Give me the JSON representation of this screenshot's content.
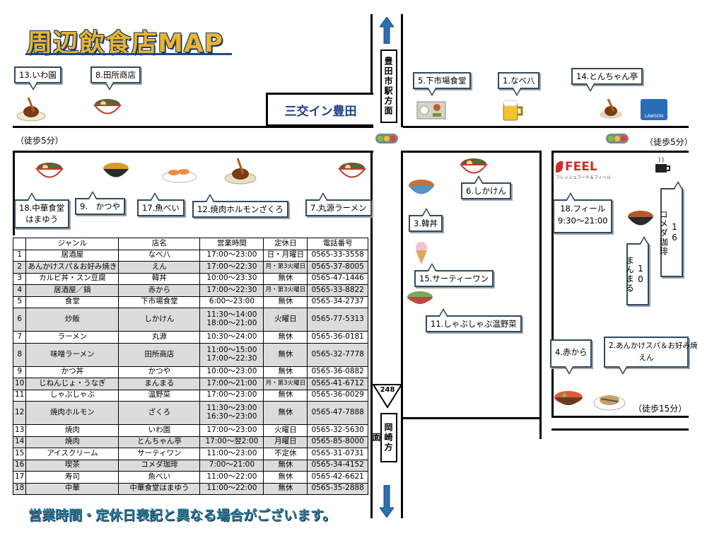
{
  "title": "周辺飲食店MAP",
  "hotel": "三交イン豊田",
  "directions": {
    "north": "豊田市駅方面",
    "south": "岡崎方面",
    "route_number": "248"
  },
  "walk": {
    "left": "（徒歩5分）",
    "right": "（徒歩5分）",
    "bottom": "（徒歩15分）"
  },
  "callouts": {
    "c13": "13.いわ園",
    "c8": "8.田所商店",
    "c5": "5.下市場食堂",
    "c1": "1.なべ八",
    "c14": "14.とんちゃん亭",
    "c18a": "18.中華食堂\nはまゆう",
    "c9": "9.　かつや",
    "c17": "17.魚べい",
    "c12": "12.焼肉ホルモンざくろ",
    "c7": "7.丸源ラーメン",
    "c6": "6.しかけん",
    "c3": "3.韓丼",
    "c15": "15.サーティーワン",
    "c11": "11.しゃぶしゃぶ温野菜",
    "c4": "4.赤から",
    "c2": "2.あんかけスパ＆お好み焼\nえん",
    "c18b": "18.フィール\n9:30～21:00",
    "c10": "10\nまんまる",
    "c16": "16\nコメダ珈琲"
  },
  "logos": {
    "feel_brand": "FEEL",
    "feel_sub": "フレッシュフード＆フィール",
    "lawson": "LAWSON"
  },
  "table": {
    "headers": [
      "",
      "ジャンル",
      "店名",
      "営業時間",
      "定休日",
      "電話番号"
    ],
    "rows": [
      {
        "no": "1",
        "genre": "居酒屋",
        "name": "なべ八",
        "hours": "17:00～23:00",
        "closed": "日・月曜日",
        "tel": "0565-33-3558"
      },
      {
        "no": "2",
        "genre": "あんかけスパ＆お好み焼き",
        "name": "えん",
        "hours": "17:00～22:30",
        "closed": "月・第3火曜日",
        "tel": "0565-37-8005"
      },
      {
        "no": "3",
        "genre": "カルビ丼・スン豆腐",
        "name": "韓丼",
        "hours": "10:00～23:30",
        "closed": "無休",
        "tel": "0565-47-1446"
      },
      {
        "no": "4",
        "genre": "居酒屋／鍋",
        "name": "赤から",
        "hours": "17:00～22:30",
        "closed": "月・第3火曜日",
        "tel": "0565-33-8822"
      },
      {
        "no": "5",
        "genre": "食堂",
        "name": "下市場食堂",
        "hours": "6:00～23:00",
        "closed": "無休",
        "tel": "0565-34-2737"
      },
      {
        "no": "6",
        "genre": "炒飯",
        "name": "しかけん",
        "hours": "11:30～14:00\n18:00～21:00",
        "closed": "火曜日",
        "tel": "0565-77-5313"
      },
      {
        "no": "7",
        "genre": "ラーメン",
        "name": "丸源",
        "hours": "10:30～24:00",
        "closed": "無休",
        "tel": "0565-36-0181"
      },
      {
        "no": "8",
        "genre": "味噌ラーメン",
        "name": "田所商店",
        "hours": "11:00～15:00\n17:00～22:30",
        "closed": "無休",
        "tel": "0565-32-7778"
      },
      {
        "no": "9",
        "genre": "かつ丼",
        "name": "かつや",
        "hours": "10:00～23:00",
        "closed": "無休",
        "tel": "0565-36-0882"
      },
      {
        "no": "10",
        "genre": "じねんじょ・うなぎ",
        "name": "まんまる",
        "hours": "17:00～21:00",
        "closed": "月・第3火曜日",
        "tel": "0565-41-6712"
      },
      {
        "no": "11",
        "genre": "しゃぶしゃぶ",
        "name": "温野菜",
        "hours": "17:00～23:00",
        "closed": "無休",
        "tel": "0565-36-0029"
      },
      {
        "no": "12",
        "genre": "焼肉ホルモン",
        "name": "ざくろ",
        "hours": "11:30～23:00\n16:30～23:00",
        "closed": "無休",
        "tel": "0565-47-7888"
      },
      {
        "no": "13",
        "genre": "焼肉",
        "name": "いわ園",
        "hours": "17:00～23:00",
        "closed": "火曜日",
        "tel": "0565-32-5630"
      },
      {
        "no": "14",
        "genre": "焼肉",
        "name": "とんちゃん亭",
        "hours": "17:00～翌2:00",
        "closed": "月曜日",
        "tel": "0565-85-8000"
      },
      {
        "no": "15",
        "genre": "アイスクリーム",
        "name": "サーティワン",
        "hours": "11:00～23:00",
        "closed": "不定休",
        "tel": "0565-31-0731"
      },
      {
        "no": "16",
        "genre": "喫茶",
        "name": "コメダ珈琲",
        "hours": "7:00～21:00",
        "closed": "無休",
        "tel": "0565-34-4152"
      },
      {
        "no": "17",
        "genre": "寿司",
        "name": "魚べい",
        "hours": "11:00～22:00",
        "closed": "無休",
        "tel": "0565-42-6621"
      },
      {
        "no": "18",
        "genre": "中華",
        "name": "中華食堂はまゆう",
        "hours": "11:00～22:00",
        "closed": "無休",
        "tel": "0565-35-2888"
      }
    ]
  },
  "notice": "営業時間・定休日表記と異なる場合がございます。",
  "colors": {
    "title_fill": "#e8b52e",
    "title_outline": "#1c3566",
    "hotel_text": "#1f3e8a",
    "arrow": "#2f6fb0",
    "notice": "#2a7fa0",
    "row_shade": "#dcdcdc"
  }
}
